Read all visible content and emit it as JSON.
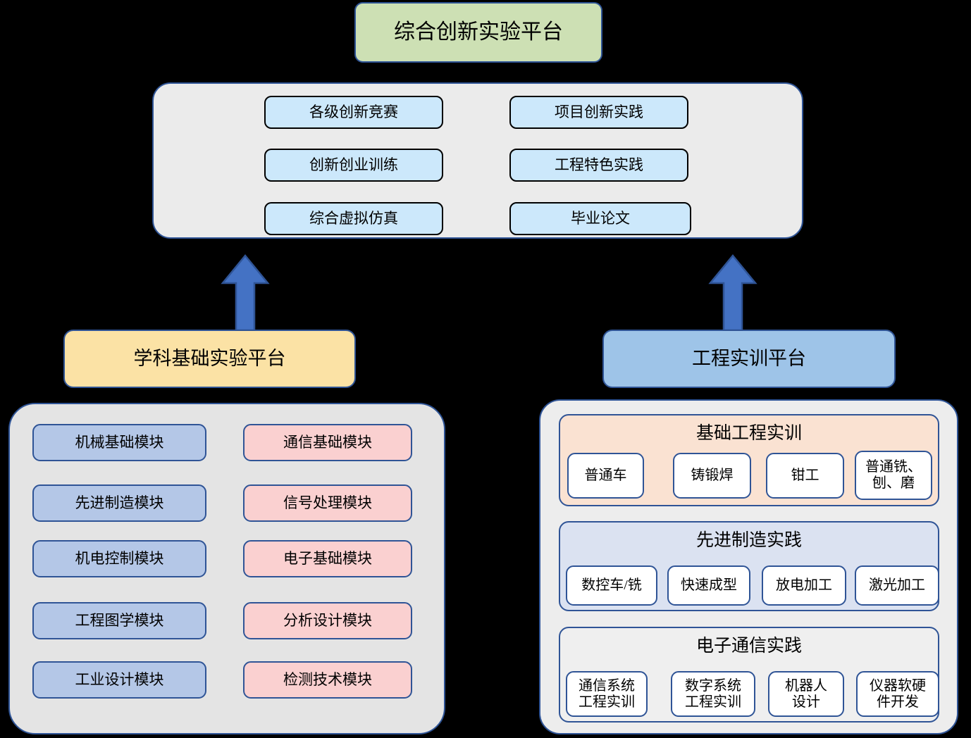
{
  "diagram": {
    "title": "综合创新实验平台",
    "top_panel": {
      "items": [
        "各级创新竞赛",
        "项目创新实践",
        "创新创业训练",
        "工程特色实践",
        "综合虚拟仿真",
        "毕业论文"
      ]
    },
    "arrows": [
      {
        "name": "arrow-left-up",
        "direction": "up"
      },
      {
        "name": "arrow-right-up",
        "direction": "up"
      }
    ],
    "left_platform": {
      "header": "学科基础实验平台",
      "mechanical_modules": [
        "机械基础模块",
        "先进制造模块",
        "机电控制模块",
        "工程图学模块",
        "工业设计模块"
      ],
      "electronic_modules": [
        "通信基础模块",
        "信号处理模块",
        "电子基础模块",
        "分析设计模块",
        "检测技术模块"
      ]
    },
    "right_platform": {
      "header": "工程实训平台",
      "groups": [
        {
          "title": "基础工程实训",
          "items": [
            "普通车",
            "铸锻焊",
            "钳工",
            "普通铣、\n刨、磨"
          ]
        },
        {
          "title": "先进制造实践",
          "items": [
            "数控车/铣",
            "快速成型",
            "放电加工",
            "激光加工"
          ]
        },
        {
          "title": "电子通信实践",
          "items": [
            "通信系统\n工程实训",
            "数字系统\n工程实训",
            "机器人\n设计",
            "仪器软硬\n件开发"
          ]
        }
      ]
    },
    "colors": {
      "background": "#000000",
      "title_fill": "#CDE0B4",
      "border_blue": "#2F5496",
      "panel_grey": "#EBEBEB",
      "innovation_fill": "#CCE8FB",
      "left_platform_fill": "#FBE2A5",
      "right_platform_fill": "#9EC4E8",
      "module_blue_fill": "#B4C7E7",
      "module_pink_fill": "#FAD0D0",
      "group1_fill": "#FAE2D2",
      "group2_fill": "#DBE2F1",
      "group3_fill": "#EFEFEF",
      "leaf_fill": "#FFFFFF",
      "arrow_fill": "#4472C4"
    }
  }
}
